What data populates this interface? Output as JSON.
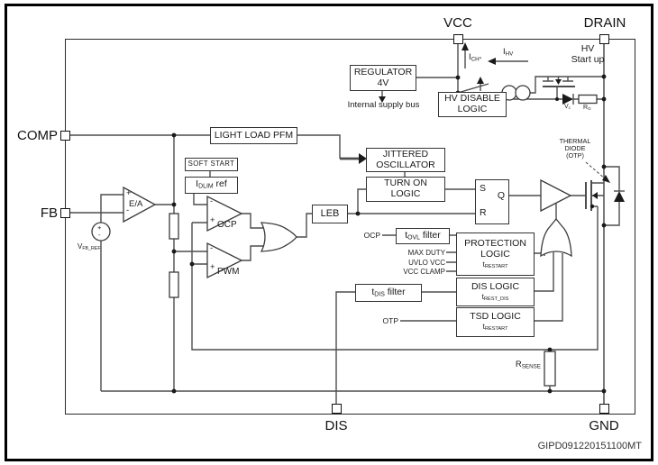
{
  "doc_code": "GIPD091220151100MT",
  "pins": {
    "vcc": "VCC",
    "drain": "DRAIN",
    "comp": "COMP",
    "fb": "FB",
    "dis": "DIS",
    "gnd": "GND"
  },
  "sym": {
    "plus": "+",
    "minus": "-"
  },
  "labels": {
    "hv_startup_1": "HV",
    "hv_startup_2": "Start up",
    "internal_supply": "Internal supply bus",
    "thermal_1": "THERMAL",
    "thermal_2": "DIODE",
    "thermal_3": "(OTP)",
    "ich_base": "I",
    "ich_sub": "CH*",
    "ihv_base": "I",
    "ihv_sub": "HV",
    "vc_base": "V",
    "vc_sub": "c",
    "rg_base": "R",
    "rg_sub": "G",
    "vfbref_base": "V",
    "vfbref_sub": "FB_REF",
    "rsense_base": "R",
    "rsense_sub": "SENSE",
    "ea": "E/A",
    "ocp": "OCP",
    "pwm": "PWM",
    "ocp_in": "OCP",
    "otp_in": "OTP",
    "max_duty": "MAX DUTY",
    "uvlo_vcc": "UVLO VCC",
    "vcc_clamp": "VCC CLAMP",
    "s": "S",
    "r": "R",
    "q": "Q"
  },
  "blocks": {
    "regulator_1": "REGULATOR",
    "regulator_2": "4V",
    "hv_disable_1": "HV DISABLE",
    "hv_disable_2": "LOGIC",
    "light_load_pfm": "LIGHT LOAD PFM",
    "soft_start": "SOFT START",
    "idlim_base": "I",
    "idlim_sub": "DLIM",
    "idlim_rest": " ref",
    "jittered_1": "JITTERED",
    "jittered_2": "OSCILLATOR",
    "turn_on_1": "TURN ON",
    "turn_on_2": "LOGIC",
    "leb": "LEB",
    "tovl_base": "t",
    "tovl_sub": "OVL",
    "tovl_rest": " filter",
    "protection_1": "PROTECTION",
    "protection_2": "LOGIC",
    "trestart_base": "t",
    "trestart_sub": "RESTART",
    "dis_logic": "DIS LOGIC",
    "trestdis_base": "t",
    "trestdis_sub": "REST_DIS",
    "tdis_base": "t",
    "tdis_sub": "DIS",
    "tdis_rest": " filter",
    "tsd_logic": "TSD LOGIC"
  }
}
